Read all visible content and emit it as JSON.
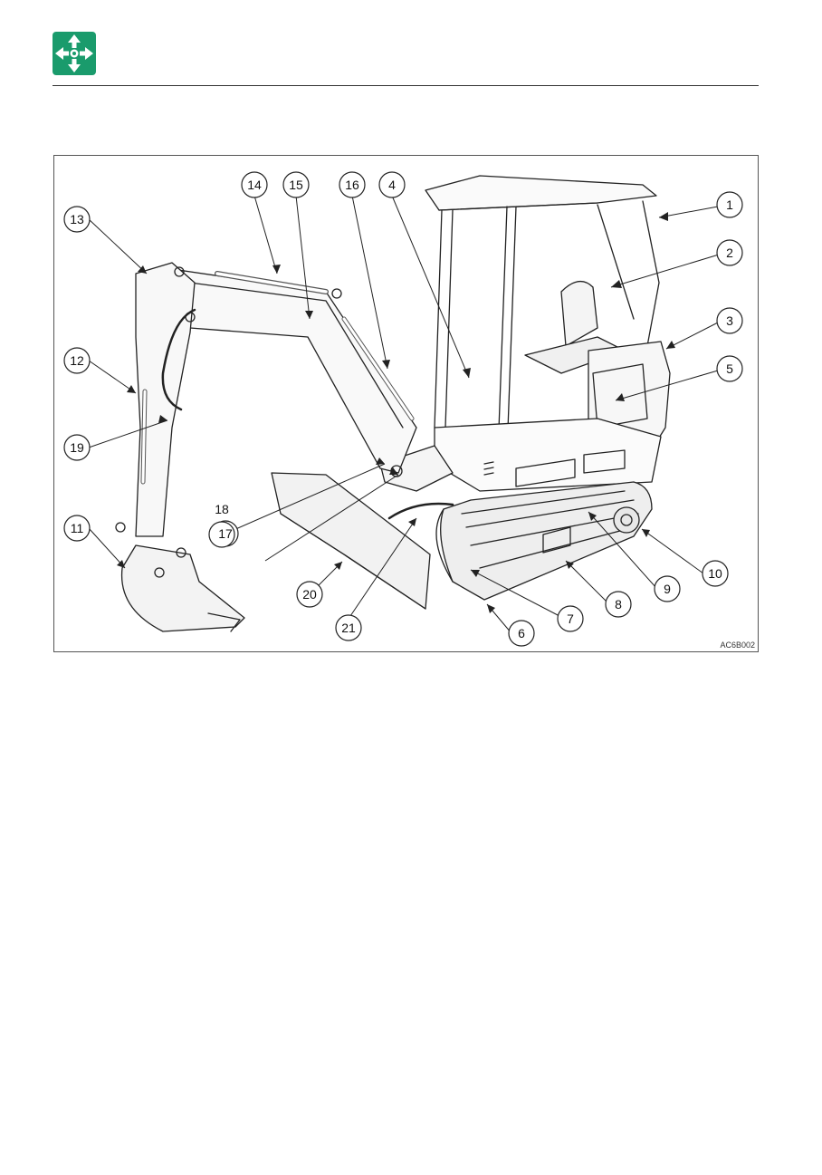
{
  "header": {
    "icon": "arrows-four-direction-icon",
    "icon_color": "#1a9b6c"
  },
  "figure": {
    "code": "AC6B002",
    "callouts": [
      {
        "num": "1"
      },
      {
        "num": "2"
      },
      {
        "num": "3"
      },
      {
        "num": "4"
      },
      {
        "num": "5"
      },
      {
        "num": "6"
      },
      {
        "num": "7"
      },
      {
        "num": "8"
      },
      {
        "num": "9"
      },
      {
        "num": "10"
      },
      {
        "num": "11"
      },
      {
        "num": "12"
      },
      {
        "num": "13"
      },
      {
        "num": "14"
      },
      {
        "num": "15"
      },
      {
        "num": "16"
      },
      {
        "num": "17"
      },
      {
        "num": "18"
      },
      {
        "num": "19"
      },
      {
        "num": "20"
      },
      {
        "num": "21"
      }
    ]
  }
}
